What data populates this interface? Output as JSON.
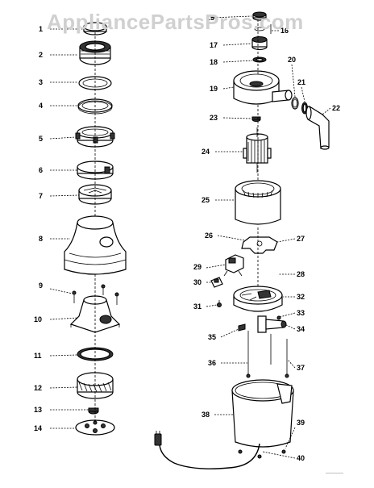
{
  "watermark": "AppliancePartsPros.com",
  "callouts": [
    "1",
    "2",
    "3",
    "4",
    "5",
    "6",
    "7",
    "8",
    "9",
    "10",
    "11",
    "12",
    "13",
    "14",
    "15",
    "16",
    "17",
    "18",
    "19",
    "20",
    "21",
    "22",
    "23",
    "24",
    "25",
    "26",
    "27",
    "28",
    "29",
    "30",
    "31",
    "32",
    "33",
    "34",
    "35",
    "36",
    "37",
    "38",
    "39",
    "40"
  ],
  "stamp": "-----------"
}
